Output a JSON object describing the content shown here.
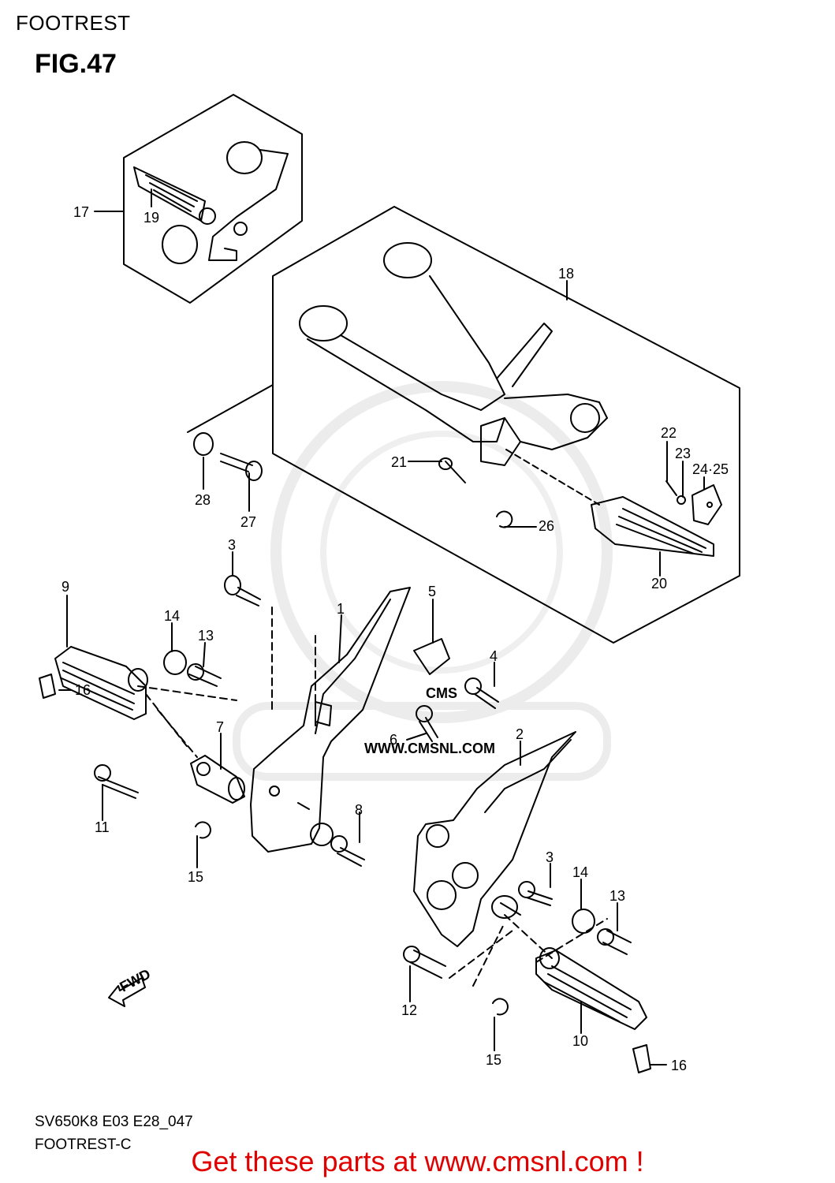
{
  "header": {
    "section": "FOOTREST",
    "figure": "FIG.47"
  },
  "footer": {
    "model_code": "SV650K8 E03 E28_047",
    "variant": "FOOTREST-C",
    "call_to_action": "Get these parts at www.cmsnl.com !"
  },
  "watermark": {
    "brand": "CMS",
    "url": "WWW.CMSNL.COM"
  },
  "fwd_arrow": {
    "label": "FWD"
  },
  "callouts": {
    "c1": "1",
    "c2": "2",
    "c3a": "3",
    "c3b": "3",
    "c4": "4",
    "c5": "5",
    "c6": "6",
    "c7": "7",
    "c8": "8",
    "c9": "9",
    "c10": "10",
    "c11": "11",
    "c12": "12",
    "c13a": "13",
    "c13b": "13",
    "c14a": "14",
    "c14b": "14",
    "c15a": "15",
    "c15b": "15",
    "c16a": "16",
    "c16b": "16",
    "c17": "17",
    "c18": "18",
    "c19": "19",
    "c20": "20",
    "c21": "21",
    "c22": "22",
    "c23": "23",
    "c2425": "24·25",
    "c26": "26",
    "c27": "27",
    "c28": "28"
  }
}
